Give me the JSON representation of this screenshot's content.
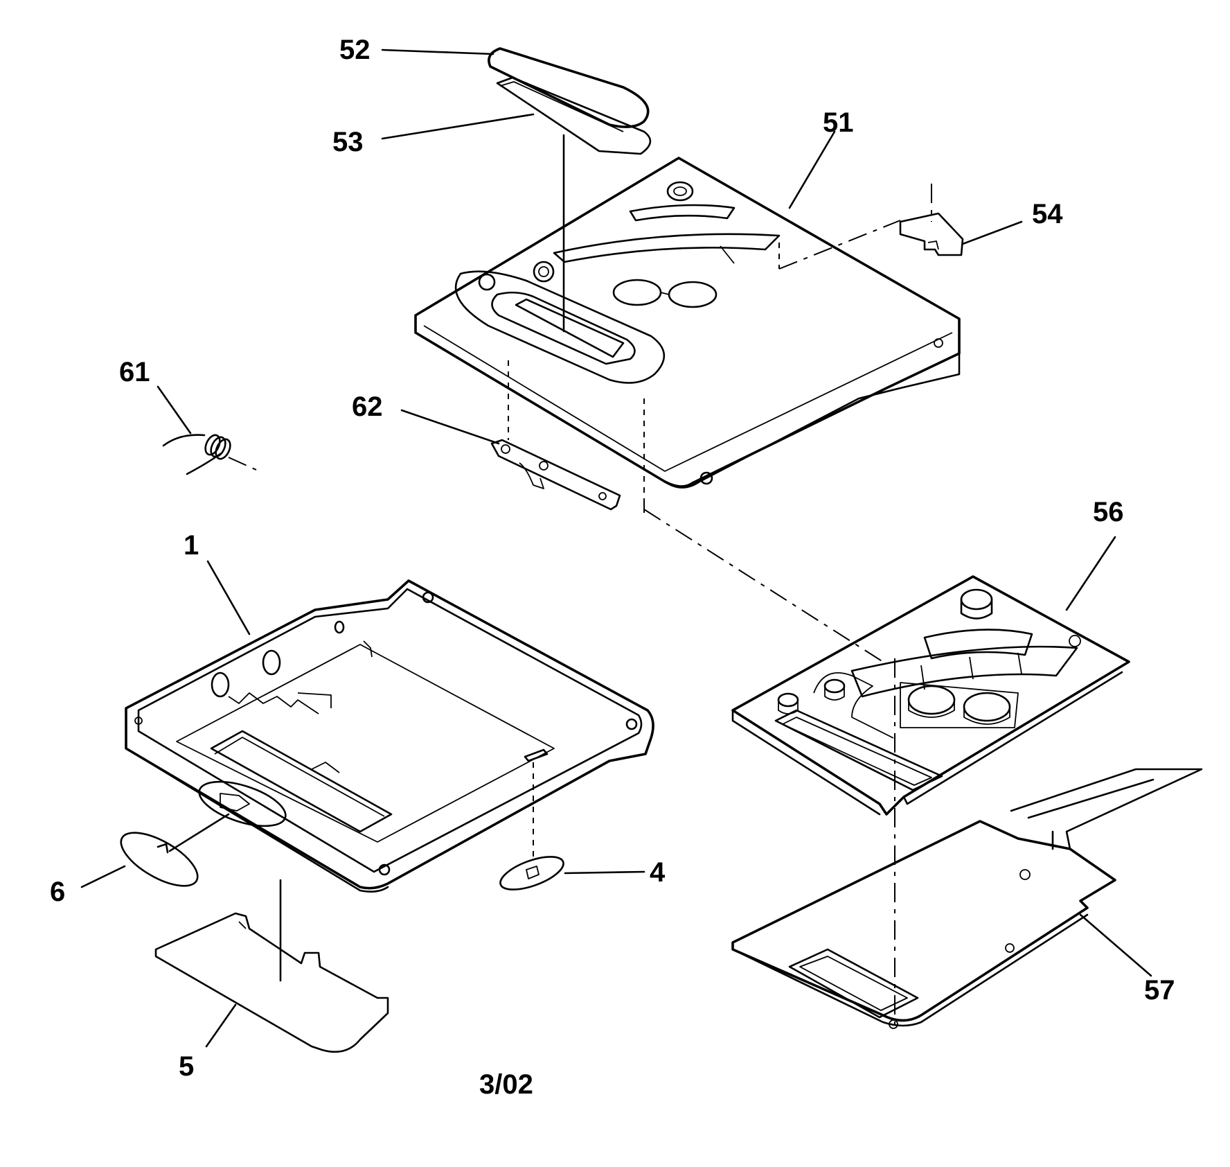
{
  "callouts": {
    "c52": "52",
    "c53": "53",
    "c51": "51",
    "c54": "54",
    "c61": "61",
    "c62": "62",
    "c56": "56",
    "c1": "1",
    "c6": "6",
    "c4": "4",
    "c57": "57",
    "c5": "5"
  },
  "footer": {
    "date_code": "3/02"
  }
}
